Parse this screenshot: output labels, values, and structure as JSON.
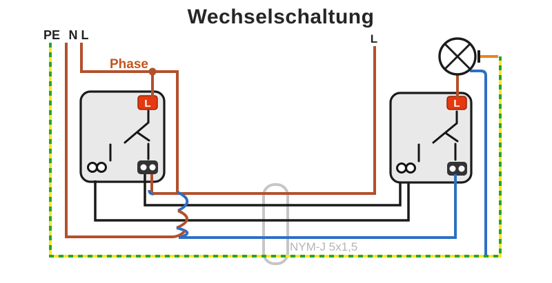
{
  "title": "Wechselschaltung",
  "supply": {
    "pe_label": "PE",
    "n_label": "N",
    "l_label": "L"
  },
  "phase_label": "Phase",
  "mid_l_label": "L",
  "switch1": {
    "terminal_badge": "L"
  },
  "switch2": {
    "terminal_badge": "L"
  },
  "cable": {
    "label": "NYM-J 5x1,5"
  },
  "colors": {
    "wire_brown": "#b3502c",
    "wire_black": "#1a1a1a",
    "wire_blue": "#2e6fc4",
    "pe_yellow": "#f2e926",
    "pe_green": "#2ca32c",
    "lamp_stub_orange": "#ea851c",
    "badge_red": "#e5390f",
    "badge_border": "#992409",
    "box_fill": "#e9e9e9",
    "box_border": "#1b1b1b",
    "sheath_gray": "#c6c6c6",
    "cable_label_gray": "#b5b5b5",
    "phase_text": "#c2551b",
    "title_text": "#262626"
  }
}
